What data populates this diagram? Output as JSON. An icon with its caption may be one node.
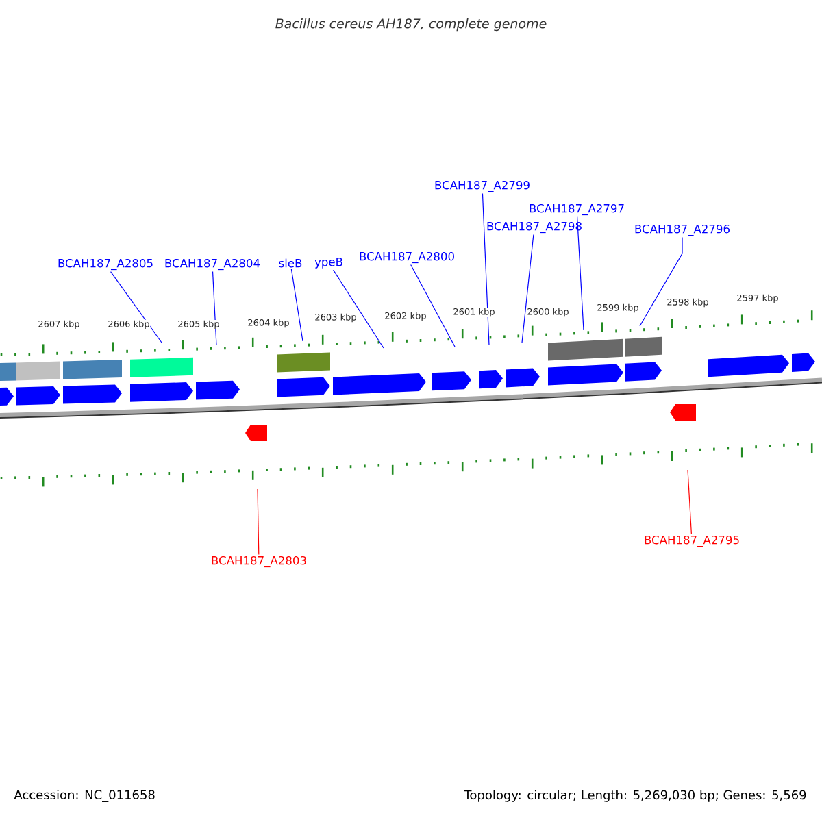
{
  "diagram": {
    "title": "Bacillus cereus AH187, complete genome",
    "nodes": [
      {
        "text": [
          "BCAH187_A2805"
        ]
      },
      {
        "text": [
          "BCAH187_A2804"
        ]
      },
      {
        "text": [
          "sleB"
        ]
      },
      {
        "text": [
          "ypeB"
        ]
      },
      {
        "text": [
          "BCAH187_A2800"
        ]
      },
      {
        "text": [
          "BCAH187_A2799"
        ]
      },
      {
        "text": [
          "BCAH187_A2798"
        ]
      },
      {
        "text": [
          "BCAH187_A2797"
        ]
      },
      {
        "text": [
          "BCAH187_A2796"
        ]
      },
      {
        "text": [
          "BCAH187_A2803"
        ]
      },
      {
        "text": [
          "BCAH187_A2795"
        ]
      }
    ],
    "edges": [
      {
        "from": 0,
        "to": null,
        "arrow": "none"
      },
      {
        "from": 1,
        "to": null,
        "arrow": "none"
      },
      {
        "from": 2,
        "to": null,
        "arrow": "none"
      },
      {
        "from": 3,
        "to": null,
        "arrow": "none"
      },
      {
        "from": 4,
        "to": null,
        "arrow": "none"
      },
      {
        "from": 5,
        "to": null,
        "arrow": "none"
      },
      {
        "from": 6,
        "to": null,
        "arrow": "none"
      },
      {
        "from": 7,
        "to": null,
        "arrow": "none"
      },
      {
        "from": 8,
        "to": null,
        "arrow": "none"
      },
      {
        "from": 9,
        "to": null,
        "arrow": "none",
        "color": "#ff0000"
      },
      {
        "from": 10,
        "to": null,
        "arrow": "none",
        "color": "#ff0000"
      }
    ],
    "labels": [
      "2607 kbp",
      "2606 kbp",
      "2605 kbp",
      "2604 kbp",
      "2603 kbp",
      "2602 kbp",
      "2601 kbp",
      "2600 kbp",
      "2599 kbp",
      "2598 kbp",
      "2597 kbp",
      "Accession: NC_011658",
      "Topology: circular; Length: 5,269,030 bp; Genes: 5,569"
    ]
  }
}
